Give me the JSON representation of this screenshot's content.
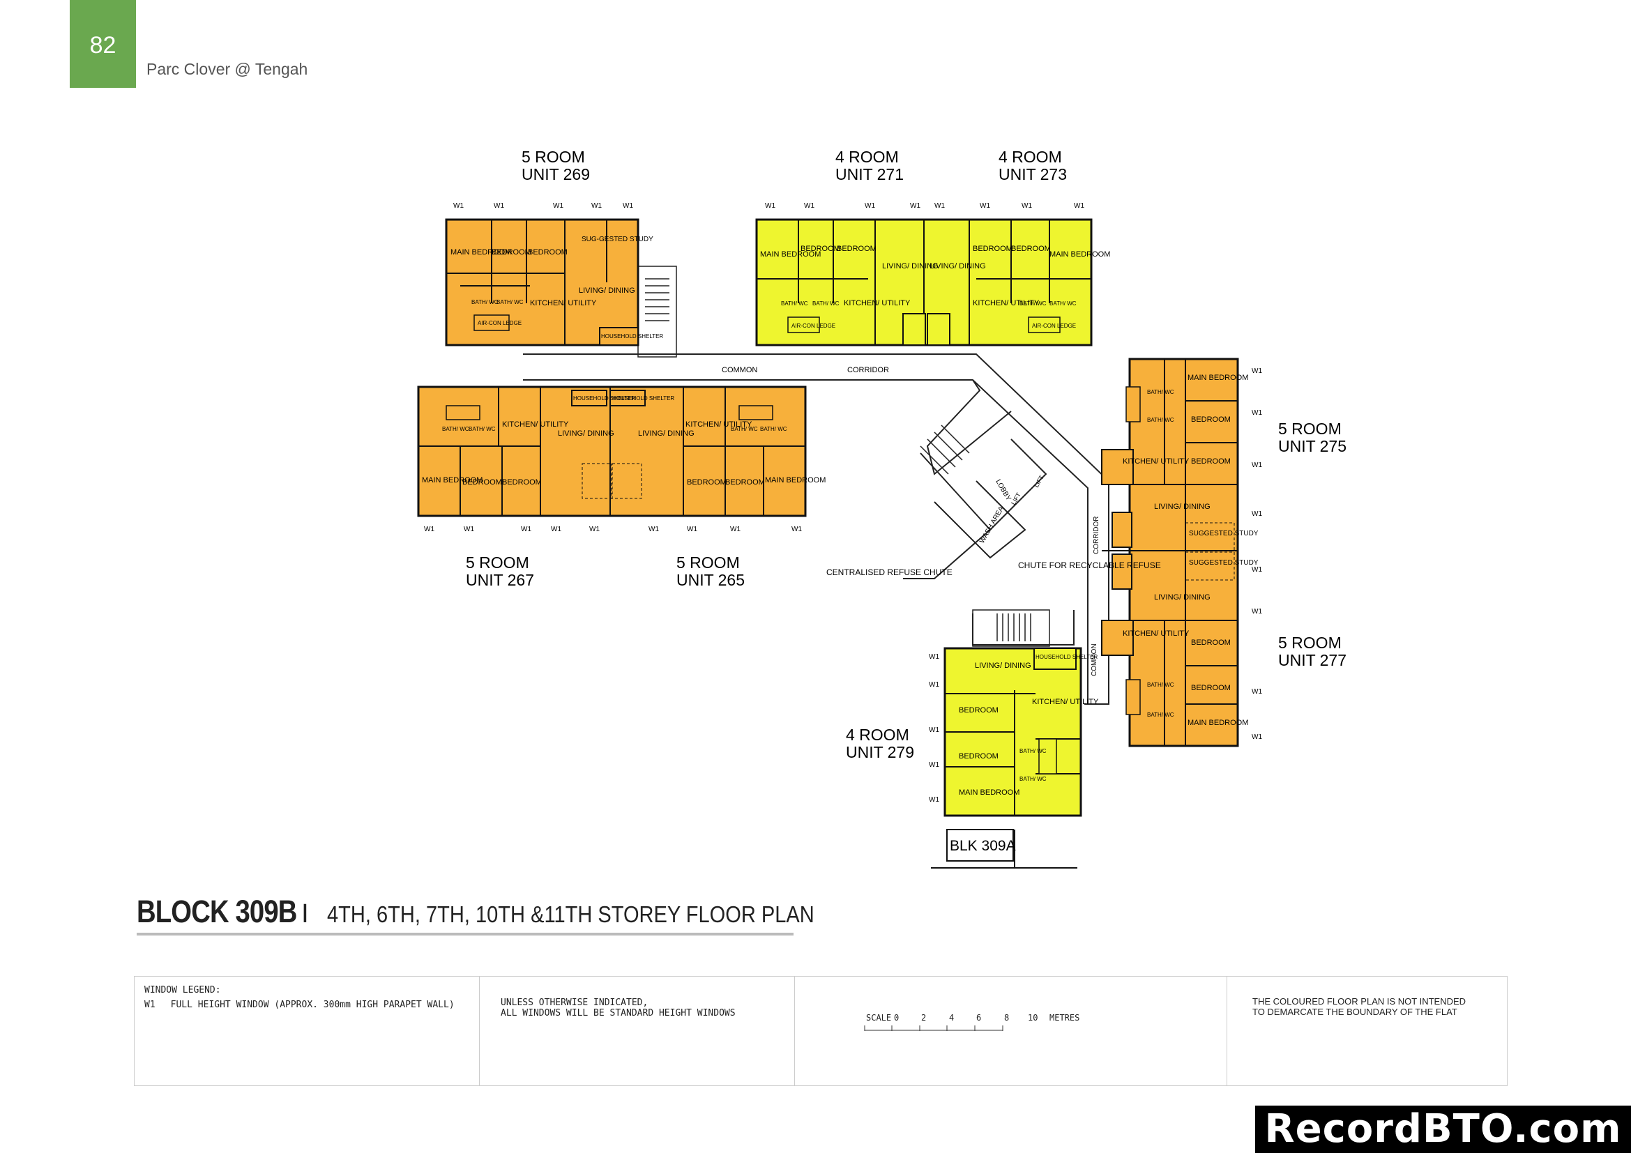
{
  "header": {
    "page_number": "82",
    "project": "Parc Clover @ Tengah"
  },
  "units": {
    "u269": {
      "type": "5 ROOM",
      "unit": "UNIT 269"
    },
    "u271": {
      "type": "4 ROOM",
      "unit": "UNIT 271"
    },
    "u273": {
      "type": "4 ROOM",
      "unit": "UNIT 273"
    },
    "u267": {
      "type": "5 ROOM",
      "unit": "UNIT 267"
    },
    "u265": {
      "type": "5 ROOM",
      "unit": "UNIT 265"
    },
    "u275": {
      "type": "5 ROOM",
      "unit": "UNIT 275"
    },
    "u277": {
      "type": "5 ROOM",
      "unit": "UNIT 277"
    },
    "u279": {
      "type": "4 ROOM",
      "unit": "UNIT 279"
    }
  },
  "rooms": {
    "main_bedroom": "MAIN BEDROOM",
    "bedroom": "BEDROOM",
    "living_dining": "LIVING/ DINING",
    "kitchen_utility": "KITCHEN/ UTILITY",
    "bath_wc": "BATH/ WC",
    "suggested_study": "SUG-GESTED STUDY",
    "suggested_study_alt": "SUGGESTED STUDY",
    "household_shelter": "HOUSEHOLD SHELTER",
    "aircon_ledge": "AIR-CON LEDGE",
    "window_code": "W1"
  },
  "common": {
    "common": "COMMON",
    "corridor": "CORRIDOR",
    "lobby": "LOBBY",
    "lift": "LIFT",
    "wash_area": "WASH AREA",
    "centralised_refuse_chute": "CENTRALISED REFUSE CHUTE",
    "chute_recyclable": "CHUTE FOR RECYCLABLE REFUSE",
    "blk_309a": "BLK 309A"
  },
  "title": {
    "block": "BLOCK 309B",
    "separator": "I",
    "subtitle": "4TH, 6TH, 7TH, 10TH &11TH STOREY FLOOR PLAN"
  },
  "legend": {
    "heading": "WINDOW LEGEND:",
    "w1_code": "W1",
    "w1_desc": "FULL HEIGHT WINDOW (APPROX. 300mm HIGH PARAPET WALL)",
    "note_line1": "UNLESS OTHERWISE INDICATED,",
    "note_line2": "ALL WINDOWS WILL BE STANDARD HEIGHT WINDOWS",
    "scale_label": "SCALE",
    "scale_ticks": [
      "0",
      "2",
      "4",
      "6",
      "8",
      "10"
    ],
    "scale_unit": "METRES",
    "disclaimer_line1": "THE COLOURED FLOOR PLAN IS NOT INTENDED",
    "disclaimer_line2": "TO DEMARCATE THE BOUNDARY OF THE FLAT"
  },
  "watermark": "RecordBTO.com",
  "colors": {
    "five_room": "#f7b03b",
    "four_room": "#eef52f",
    "page_tab": "#6aa84f",
    "wall": "#111111"
  }
}
